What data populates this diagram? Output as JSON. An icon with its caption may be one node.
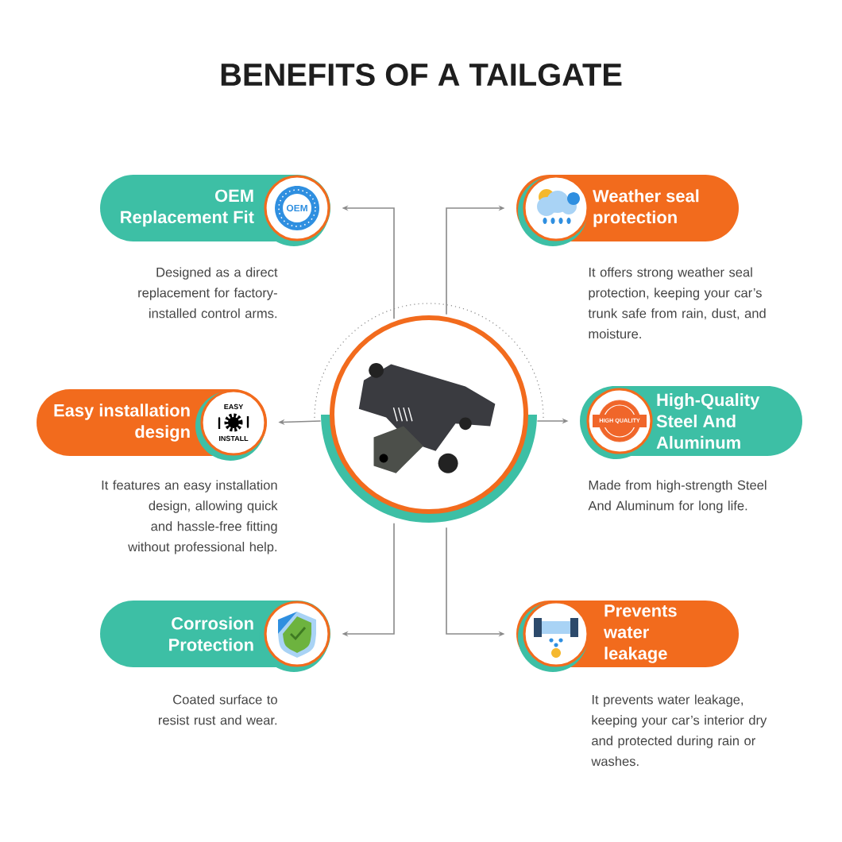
{
  "diagram": {
    "title": "BENEFITS OF A TAILGATE",
    "nodes": [
      {
        "text": [],
        "shape": "picture"
      },
      {
        "text": [
          "OEM Replacement Fit"
        ],
        "beside": [
          "Designed as a direct replacement for factory-installed control arms."
        ]
      },
      {
        "text": [
          "Weather seal protection"
        ],
        "beside": [
          "It offers strong weather seal protection, keeping your car’s trunk safe from rain, dust, and moisture."
        ]
      },
      {
        "text": [
          "Easy installation design"
        ],
        "beside": [
          "It features an easy installation design, allowing quick and hassle-free fitting without professional help."
        ]
      },
      {
        "text": [
          "High-Quality Steel And Aluminum"
        ],
        "beside": [
          "Made from high-strength Steel And Aluminum for long life."
        ]
      },
      {
        "text": [
          "Corrosion Protection"
        ],
        "beside": [
          "Coated surface to resist rust and wear."
        ]
      },
      {
        "text": [
          "Prevents water leakage"
        ],
        "beside": [
          "It prevents water leakage, keeping your car’s interior dry and protected during rain or washes."
        ]
      }
    ],
    "edges": [
      {
        "from": 0,
        "to": 1,
        "arrow": "to"
      },
      {
        "from": 0,
        "to": 2,
        "arrow": "to"
      },
      {
        "from": 0,
        "to": 3,
        "arrow": "to"
      },
      {
        "from": 0,
        "to": 4,
        "arrow": "to"
      },
      {
        "from": 0,
        "to": 5,
        "arrow": "to"
      },
      {
        "from": 0,
        "to": 6,
        "arrow": "to"
      }
    ],
    "labels": [
      "OEM",
      "EASY",
      "INSTALL",
      "HIGH QUALITY"
    ]
  }
}
